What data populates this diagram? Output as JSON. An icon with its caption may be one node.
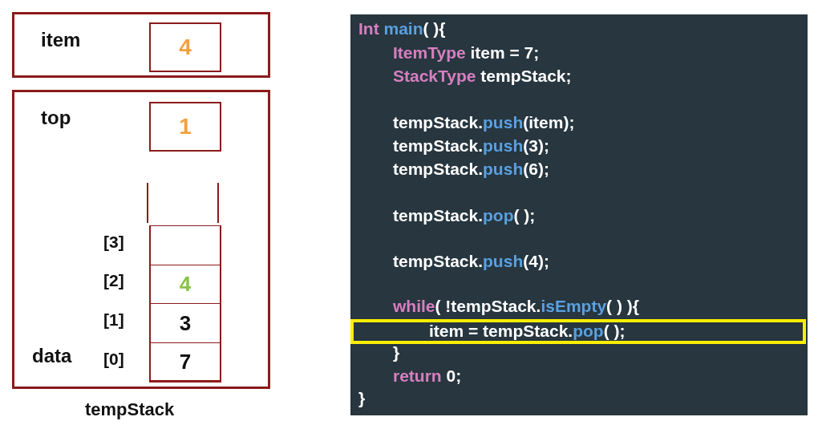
{
  "diagram": {
    "nodes": [
      {
        "text": [
          "item"
        ]
      },
      {
        "text": [
          "4"
        ],
        "in": 0
      },
      {
        "text": [
          "top",
          "data"
        ],
        "beside": [
          "tempStack"
        ]
      },
      {
        "text": [
          "1"
        ],
        "in": 2
      },
      {
        "text": [],
        "shape": "box",
        "in": 2
      },
      {
        "text": [
          "4"
        ],
        "in": 2
      },
      {
        "text": [
          "3"
        ],
        "in": 2
      },
      {
        "text": [
          "7"
        ],
        "in": 2
      },
      {
        "text": [
          "Int main( ){",
          "ItemType item = 7;",
          "StackType tempStack;",
          "tempStack.push(item);",
          "tempStack.push(3);",
          "tempStack.push(6);",
          "tempStack.pop( );",
          "tempStack.push(4);",
          "while( !tempStack.isEmpty( ) ){",
          "}",
          "return 0;",
          "}"
        ]
      },
      {
        "text": [
          "item = tempStack.pop( );"
        ],
        "in": 8
      }
    ],
    "edges": [],
    "labels": [
      "[3]",
      "[2]",
      "[1]",
      "[0]"
    ]
  }
}
